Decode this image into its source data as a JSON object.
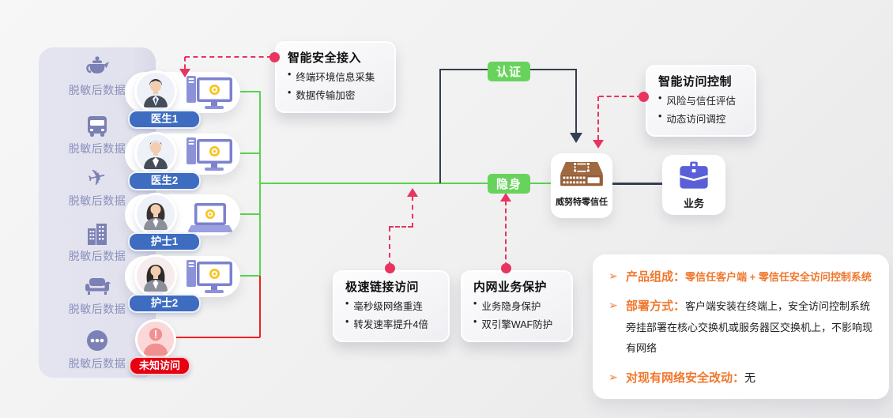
{
  "colors": {
    "accent_green": "#58d44d",
    "accent_pink": "#e8345f",
    "navy": "#333f50",
    "red": "#ee2222",
    "blue_pill": "#3d6cc0",
    "red_pill": "#e60012",
    "orange": "#f0782e",
    "purple_icon": "#7b80b5",
    "gateway_brown": "#96603a",
    "briefcase_blue": "#5a5fd7"
  },
  "sidebar": {
    "items": [
      {
        "icon": "teapot-icon",
        "label": "脱敏后数据"
      },
      {
        "icon": "bus-icon",
        "label": "脱敏后数据"
      },
      {
        "icon": "airplane-icon",
        "label": "脱敏后数据"
      },
      {
        "icon": "building-icon",
        "label": "脱敏后数据"
      },
      {
        "icon": "sofa-icon",
        "label": "脱敏后数据"
      },
      {
        "icon": "more-dots-icon",
        "label": "脱敏后数据"
      }
    ],
    "airplane_glyph": "✈"
  },
  "users": [
    {
      "name": "医生1",
      "type": "doctor-male",
      "device": "desktop"
    },
    {
      "name": "医生2",
      "type": "doctor-male",
      "device": "desktop"
    },
    {
      "name": "护士1",
      "type": "nurse-female",
      "device": "laptop"
    },
    {
      "name": "护士2",
      "type": "nurse-female",
      "device": "desktop"
    },
    {
      "name": "未知访问",
      "type": "unknown",
      "device": "none"
    }
  ],
  "flow": {
    "auth_label": "认证",
    "stealth_label": "隐身"
  },
  "callouts": {
    "secure_access": {
      "title": "智能安全接入",
      "bullets": [
        "终端环境信息采集",
        "数据传输加密"
      ]
    },
    "access_control": {
      "title": "智能访问控制",
      "bullets": [
        "风险与信任评估",
        "动态访问调控"
      ]
    },
    "fast_link": {
      "title": "极速链接访问",
      "bullets": [
        "毫秒级网络重连",
        "转发速率提升4倍"
      ]
    },
    "intranet_protect": {
      "title": "内网业务保护",
      "bullets": [
        "业务隐身保护",
        "双引擎WAF防护"
      ]
    }
  },
  "nodes": {
    "gateway": {
      "label": "威努特零信任"
    },
    "business": {
      "label": "业务"
    }
  },
  "info_panel": {
    "items": [
      {
        "heading": "产品组成：",
        "text": "零信任客户端 + 零信任安全访问控制系统"
      },
      {
        "heading": "部署方式：",
        "text": "客户端安装在终端上，安全访问控制系统旁挂部署在核心交换机或服务器区交换机上，不影响现有网络"
      },
      {
        "heading": "对现有网络安全改动：",
        "text": "无"
      }
    ]
  }
}
